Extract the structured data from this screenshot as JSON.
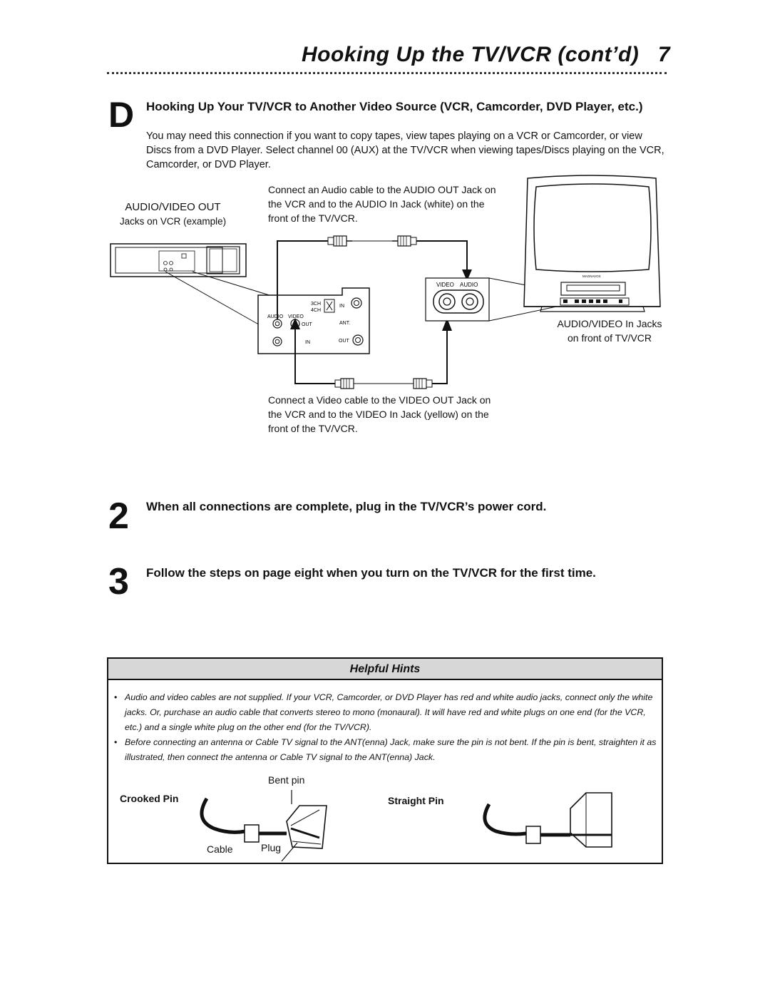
{
  "page": {
    "title": "Hooking Up the TV/VCR (cont’d)",
    "number": "7"
  },
  "section_d": {
    "letter": "D",
    "heading": "Hooking Up Your TV/VCR to Another Video Source (VCR, Camcorder, DVD Player, etc.)",
    "body": "You may need this connection if you want to copy tapes, view tapes playing on a VCR or Camcorder, or view Discs from a DVD Player. Select channel 00 (AUX) at the TV/VCR when viewing tapes/Discs playing on the VCR, Camcorder, or DVD Player."
  },
  "diagram": {
    "vcr_label_line1": "AUDIO/VIDEO OUT",
    "vcr_label_line2": "Jacks on VCR (example)",
    "audio_caption": "Connect an Audio cable to the AUDIO OUT Jack on the VCR and to the AUDIO In Jack (white) on the front of the TV/VCR.",
    "video_caption": "Connect a Video cable to the VIDEO OUT Jack on the VCR and to the VIDEO In Jack (yellow) on the front of the TV/VCR.",
    "tv_label_line1": "AUDIO/VIDEO In Jacks",
    "tv_label_line2": "on front of TV/VCR",
    "panel": {
      "ch3": "3CH",
      "ch4": "4CH",
      "in": "IN",
      "audio": "AUDIO",
      "video": "VIDEO",
      "out": "OUT",
      "ant": "ANT.",
      "in2": "IN",
      "out2": "OUT"
    },
    "front_jacks": {
      "video": "VIDEO",
      "audio": "AUDIO"
    },
    "tv_brand": "MAGNAVOX"
  },
  "steps": [
    {
      "number": "2",
      "text": "When all connections are complete, plug in the TV/VCR’s power cord."
    },
    {
      "number": "3",
      "text": "Follow the steps on page eight when you turn on the TV/VCR for the first time."
    }
  ],
  "hints": {
    "title": "Helpful Hints",
    "bullet": "•",
    "items": [
      "Audio and video cables are not supplied. If your VCR, Camcorder, or DVD Player has red and white audio jacks, connect only the white jacks. Or, purchase an audio cable that converts stereo to mono (monaural). It will have red and white plugs on one end (for the VCR, etc.) and a single white plug on the other end (for the TV/VCR).",
      "Before connecting an antenna or Cable TV signal to the ANT(enna) Jack, make sure the pin is not bent. If the pin is bent, straighten it as illustrated, then connect the antenna or Cable TV signal to the ANT(enna) Jack."
    ],
    "crooked_pin": "Crooked Pin",
    "straight_pin": "Straight Pin",
    "bent_pin": "Bent pin",
    "cable": "Cable",
    "plug": "Plug"
  }
}
